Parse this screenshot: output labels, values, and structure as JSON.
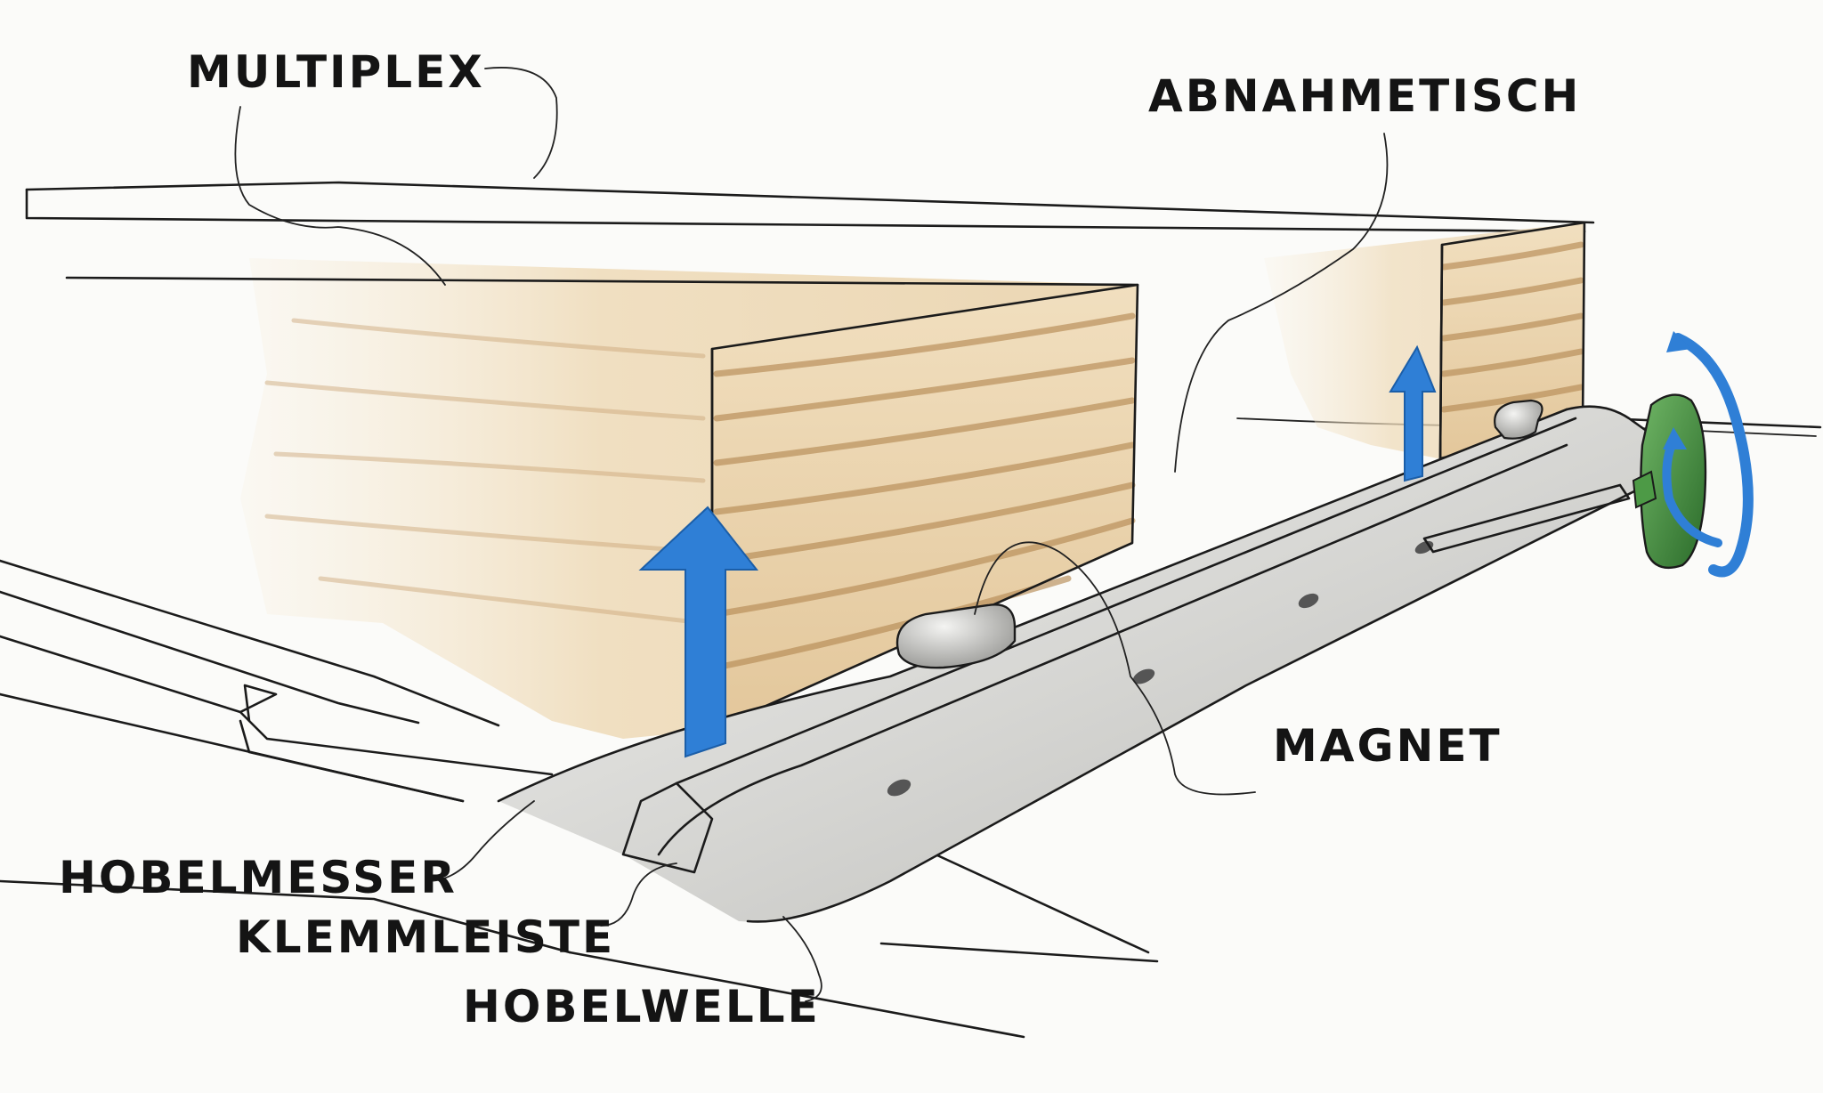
{
  "labels": {
    "multiplex": "MULTIPLEX",
    "abnahmetisch": "ABNAHMETISCH",
    "magnet": "MAGNET",
    "hobelmesser": "HOBELMESSER",
    "klemmleiste": "KLEMMLEISTE",
    "hobelwelle": "HOBELWELLE"
  },
  "colors": {
    "arrow_blue": "#2f7fd6",
    "wood": "#e8d2ad",
    "wood_grain": "#b58a55",
    "knob_green": "#3d8a3a",
    "metal": "#d9d9d6",
    "ink": "#1b1b1b"
  },
  "icons": {
    "lift_arrows": "arrow-up-icon",
    "rotation": "rotate-arrow-icon",
    "knob": "knob-icon"
  }
}
